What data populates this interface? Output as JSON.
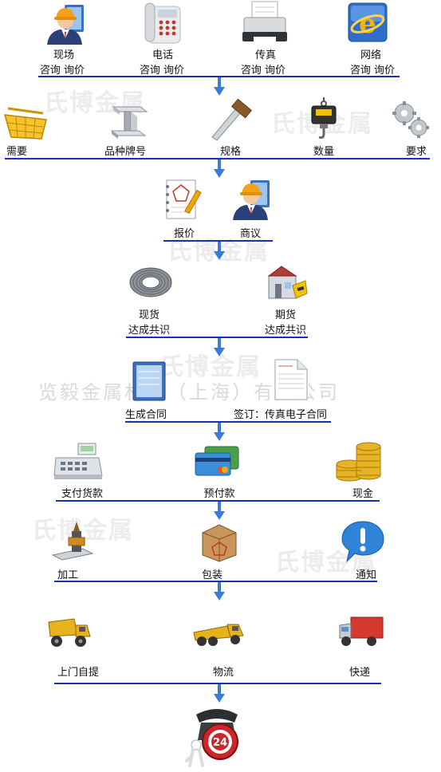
{
  "watermark": {
    "company": "览毅金属材料（上海）有限公司",
    "brand": "氏博金属"
  },
  "row1": {
    "items": [
      {
        "name": "现场",
        "sub": "咨询 询价"
      },
      {
        "name": "电话",
        "sub": "咨询 询价"
      },
      {
        "name": "传真",
        "sub": "咨询 询价"
      },
      {
        "name": "网络",
        "sub": "咨询 询价"
      }
    ]
  },
  "row2": {
    "items": [
      "需要",
      "品种牌号",
      "规格",
      "数量",
      "要求"
    ]
  },
  "row3": {
    "items": [
      "报价",
      "商议"
    ]
  },
  "row4": {
    "items": [
      {
        "name": "现货",
        "sub": "达成共识"
      },
      {
        "name": "期货",
        "sub": "达成共识"
      }
    ]
  },
  "row5": {
    "items": [
      "生成合同",
      "签订：传真电子合同"
    ]
  },
  "row6": {
    "items": [
      "支付货款",
      "预付款",
      "现金"
    ]
  },
  "row7": {
    "items": [
      "加工",
      "包装",
      "通知"
    ]
  },
  "row8": {
    "items": [
      "上门自提",
      "物流",
      "快递"
    ]
  },
  "final": {
    "badge": "24"
  },
  "colors": {
    "line": "#1a2fb8",
    "arrow": "#3a7bd5"
  }
}
